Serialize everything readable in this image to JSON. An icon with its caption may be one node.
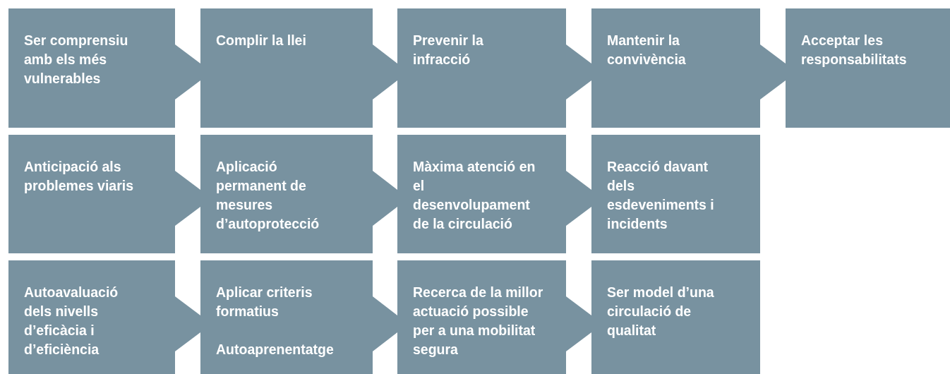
{
  "diagram": {
    "nodes": [
      {
        "text": [
          "Ser comprensiu amb els més vulnerables"
        ]
      },
      {
        "text": [
          "Complir la llei"
        ]
      },
      {
        "text": [
          "Prevenir la infracció"
        ]
      },
      {
        "text": [
          "Mantenir la convivència"
        ]
      },
      {
        "text": [
          "Acceptar les responsabilitats"
        ]
      },
      {
        "text": [
          "Anticipació als problemes viaris"
        ]
      },
      {
        "text": [
          "Aplicació permanent de mesures d’autoprotecció"
        ]
      },
      {
        "text": [
          "Màxima atenció en el desenvolupament de la circulació"
        ]
      },
      {
        "text": [
          "Reacció davant dels esdeveniments i incidents"
        ]
      },
      {
        "text": [
          "Autoavaluació dels nivells d’eficàcia i d’eficiència"
        ]
      },
      {
        "text": [
          "Aplicar criteris formatius",
          "Autoaprenentatge"
        ]
      },
      {
        "text": [
          "Recerca de la millor actuació possible per a una mobilitat segura"
        ]
      },
      {
        "text": [
          "Ser model d’una circulació de qualitat"
        ]
      }
    ],
    "edges": [
      {
        "from": 0,
        "to": 1,
        "arrow": "none"
      },
      {
        "from": 1,
        "to": 2,
        "arrow": "none"
      },
      {
        "from": 2,
        "to": 3,
        "arrow": "none"
      },
      {
        "from": 3,
        "to": 4,
        "arrow": "none"
      },
      {
        "from": 5,
        "to": 6,
        "arrow": "none"
      },
      {
        "from": 6,
        "to": 7,
        "arrow": "none"
      },
      {
        "from": 7,
        "to": 8,
        "arrow": "none"
      },
      {
        "from": 9,
        "to": 10,
        "arrow": "none"
      },
      {
        "from": 10,
        "to": 11,
        "arrow": "none"
      },
      {
        "from": 11,
        "to": 12,
        "arrow": "none"
      }
    ]
  }
}
